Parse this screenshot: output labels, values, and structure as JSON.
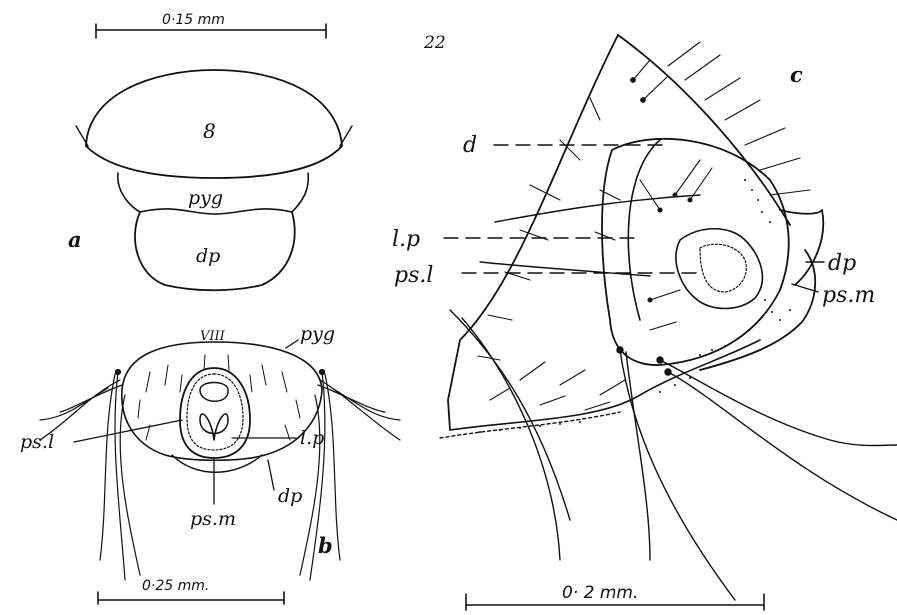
{
  "figure_number": "22",
  "panels": {
    "a": {
      "letter": "a",
      "scale": "0·15 mm",
      "labels": {
        "segment": "8",
        "pyg": "pyg",
        "dp": "dp"
      }
    },
    "b": {
      "letter": "b",
      "scale": "0·25 mm.",
      "labels": {
        "seg": "VIII",
        "pyg": "pyg",
        "psl": "ps.l",
        "lp": "l.p",
        "dp": "dp",
        "psm": "ps.m"
      }
    },
    "c": {
      "letter": "c",
      "scale": "0· 2 mm.",
      "labels": {
        "d": "d",
        "lp": "l.p",
        "psl": "ps.l",
        "dp": "dp",
        "psm": "ps.m"
      }
    }
  }
}
